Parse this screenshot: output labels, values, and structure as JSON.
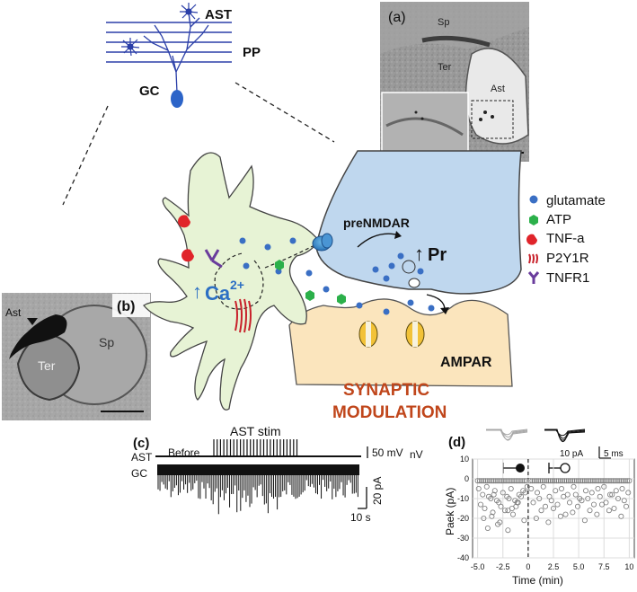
{
  "schematic": {
    "ast": "AST",
    "pp": "PP",
    "gc": "GC"
  },
  "panel_a": {
    "label": "(a)",
    "sp": "Sp",
    "ter": "Ter",
    "ast": "Ast"
  },
  "panel_b": {
    "label": "(b)",
    "ast": "Ast",
    "ter": "Ter",
    "sp": "Sp"
  },
  "synapse": {
    "prenmdar": "preNMDAR",
    "pr": "Pr",
    "ampar": "AMPAR",
    "ca_main": "Ca",
    "ca_sup": "2+",
    "title_line1": "SYNAPTIC",
    "title_line2": "MODULATION"
  },
  "legend": [
    {
      "icon": "glutamate-dot",
      "label": "glutamate",
      "color": "#3a6fc4"
    },
    {
      "icon": "atp-hexagon",
      "label": "ATP",
      "color": "#2bb04a"
    },
    {
      "icon": "tnfa-pacman",
      "label": "TNF-a",
      "color": "#e0242a"
    },
    {
      "icon": "p2y1r-receptor",
      "label": "P2Y1R",
      "color": "#c8202a"
    },
    {
      "icon": "tnfr1-receptor",
      "label": "TNFR1",
      "color": "#6a3c9c"
    }
  ],
  "panel_c": {
    "label": "(c)",
    "ast_stim": "AST stim",
    "before": "Before",
    "ast": "AST",
    "gc": "GC",
    "scale_mv": "50 mV",
    "scale_nv": "nV",
    "scale_pa": "20 pA",
    "scale_s": "10 s"
  },
  "panel_d": {
    "label": "(d)",
    "scale_pa": "10 pA",
    "scale_ms": "5 ms"
  },
  "chart_data": {
    "type": "scatter",
    "xlabel": "Time (min)",
    "ylabel": "Paek (pA)",
    "xlim": [
      -5.5,
      10.5
    ],
    "ylim": [
      -40,
      10
    ],
    "xticks": [
      "-5.0",
      "-2.5",
      "0",
      "2.5",
      "5.0",
      "7.5",
      "10"
    ],
    "xtick_values": [
      -5,
      -2.5,
      0,
      2.5,
      5,
      7.5,
      10
    ],
    "yticks": [
      "10",
      "0",
      "-10",
      "-20",
      "-30",
      "-40"
    ],
    "ytick_values": [
      10,
      0,
      -10,
      -20,
      -30,
      -40
    ],
    "grid": true,
    "series": [
      {
        "x": [
          -5.0,
          -4.8,
          -4.6,
          -4.4,
          -4.2,
          -4.0,
          -3.8,
          -3.6,
          -3.4,
          -3.2,
          -3.0,
          -2.8,
          -2.6,
          -2.4,
          -2.2,
          -2.0,
          -1.8,
          -1.6,
          -1.4,
          -1.2,
          -1.0,
          -0.8,
          -0.6,
          -0.4,
          -0.2,
          -4.9,
          -4.5,
          -4.1,
          -3.7,
          -3.3,
          -2.9,
          -2.5,
          -2.1,
          -1.7,
          -1.3,
          -0.9,
          -0.5,
          -0.1,
          -4.7,
          -4.3,
          -3.9,
          -3.5,
          -3.1,
          -2.7,
          -2.3,
          -1.9,
          -1.5,
          -1.1,
          -0.7,
          -0.3,
          -4.4,
          -3.6,
          -2.8,
          -2.0,
          -1.2,
          -0.4,
          -4.0,
          -3.0,
          -2.0,
          -1.0,
          -3.4,
          -1.6,
          0.2,
          0.4,
          0.6,
          0.8,
          1.0,
          1.2,
          1.4,
          1.6,
          1.8,
          2.0,
          2.2,
          2.4,
          2.6,
          2.8,
          3.0,
          3.2,
          3.4,
          3.6,
          3.8,
          4.0,
          4.2,
          4.4,
          4.6,
          4.8,
          5.0,
          5.2,
          5.4,
          5.6,
          5.8,
          6.0,
          6.2,
          6.4,
          6.6,
          6.8,
          7.0,
          7.2,
          7.4,
          7.6,
          7.8,
          8.0,
          8.2,
          8.4,
          8.6,
          8.8,
          9.0,
          9.2,
          9.4,
          9.6,
          9.8,
          10.0,
          0.3,
          0.9,
          1.5,
          2.1,
          2.7,
          3.3,
          3.9,
          4.5,
          5.1,
          5.7,
          6.3,
          6.9,
          7.5,
          8.1,
          8.7,
          9.3,
          9.9,
          0.5,
          1.1,
          1.7,
          2.3,
          2.9,
          3.5,
          4.1,
          4.7,
          5.3,
          5.9,
          6.5,
          7.1,
          7.7,
          8.3,
          8.9,
          9.5,
          1.3,
          2.5,
          3.7,
          4.9,
          6.1,
          7.3,
          8.5,
          9.7,
          0.8,
          2.0,
          3.2,
          4.4,
          5.6,
          6.8,
          8.0,
          9.2
        ],
        "y": [
          -1,
          -1,
          -1,
          -1,
          -1,
          -1,
          -1,
          -1,
          -1,
          -1,
          -1,
          -1,
          -1,
          -1,
          -1,
          -1,
          -1,
          -1,
          -1,
          -1,
          -1,
          -1,
          -1,
          -1,
          -1,
          -5,
          -8,
          -4,
          -10,
          -6,
          -12,
          -7,
          -9,
          -5,
          -11,
          -8,
          -6,
          -4,
          -13,
          -15,
          -9,
          -17,
          -11,
          -14,
          -16,
          -10,
          -18,
          -12,
          -9,
          -7,
          -20,
          -19,
          -22,
          -16,
          -14,
          -21,
          -25,
          -23,
          -26,
          -12,
          -8,
          -15,
          -1,
          -1,
          -1,
          -1,
          -1,
          -1,
          -1,
          -1,
          -1,
          -1,
          -1,
          -1,
          -1,
          -1,
          -1,
          -1,
          -1,
          -1,
          -1,
          -1,
          -1,
          -1,
          -1,
          -1,
          -1,
          -1,
          -1,
          -1,
          -1,
          -1,
          -1,
          -1,
          -1,
          -1,
          -1,
          -1,
          -1,
          -1,
          -1,
          -1,
          -1,
          -1,
          -1,
          -1,
          -1,
          -1,
          -1,
          -1,
          -1,
          -1,
          -5,
          -7,
          -4,
          -9,
          -6,
          -5,
          -8,
          -4,
          -10,
          -6,
          -7,
          -5,
          -4,
          -8,
          -6,
          -5,
          -7,
          -12,
          -10,
          -14,
          -11,
          -13,
          -9,
          -12,
          -8,
          -11,
          -10,
          -13,
          -9,
          -12,
          -8,
          -10,
          -11,
          -16,
          -15,
          -18,
          -14,
          -16,
          -13,
          -15,
          -14,
          -20,
          -22,
          -19,
          -17,
          -21,
          -18,
          -16,
          -19
        ]
      }
    ]
  }
}
